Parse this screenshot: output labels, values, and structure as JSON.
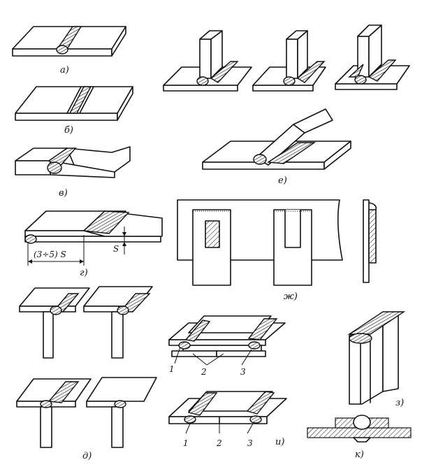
{
  "labels": {
    "a": "а)",
    "b": "б)",
    "v": "в)",
    "g": "г)",
    "d": "д)",
    "e": "е)",
    "zh": "ж)",
    "z": "з)",
    "i": "и)",
    "k": "к)"
  },
  "dimensions": {
    "overlap": "(3÷5) S",
    "thickness": "S"
  },
  "callouts": {
    "i_top": [
      "1",
      "2",
      "3"
    ],
    "i_bottom": [
      "1",
      "2",
      "3"
    ]
  }
}
